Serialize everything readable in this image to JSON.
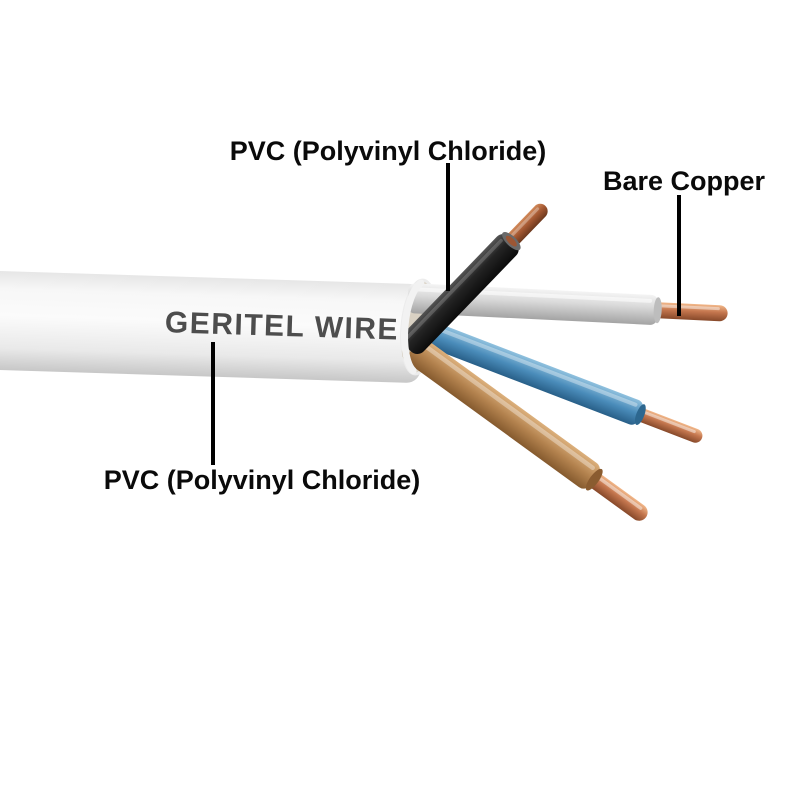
{
  "page": {
    "background": "#ffffff"
  },
  "callouts": {
    "top_pvc": {
      "label": "PVC (Polyvinyl Chloride)"
    },
    "bare_copper": {
      "label": "Bare Copper"
    },
    "bottom_pvc": {
      "label": "PVC (Polyvinyl Chloride)"
    }
  },
  "cable": {
    "brand": "GERITEL WIRE",
    "sheath_color": "#efefef",
    "copper_color": "#c4764e",
    "wires": [
      {
        "name": "black wire",
        "insulation_color": "#222222",
        "conductor": "bare copper"
      },
      {
        "name": "grey wire",
        "insulation_color": "#d6d6d6",
        "conductor": "bare copper"
      },
      {
        "name": "blue wire",
        "insulation_color": "#4a8cba",
        "conductor": "bare copper"
      },
      {
        "name": "brown wire",
        "insulation_color": "#b3824e",
        "conductor": "bare copper"
      }
    ]
  }
}
